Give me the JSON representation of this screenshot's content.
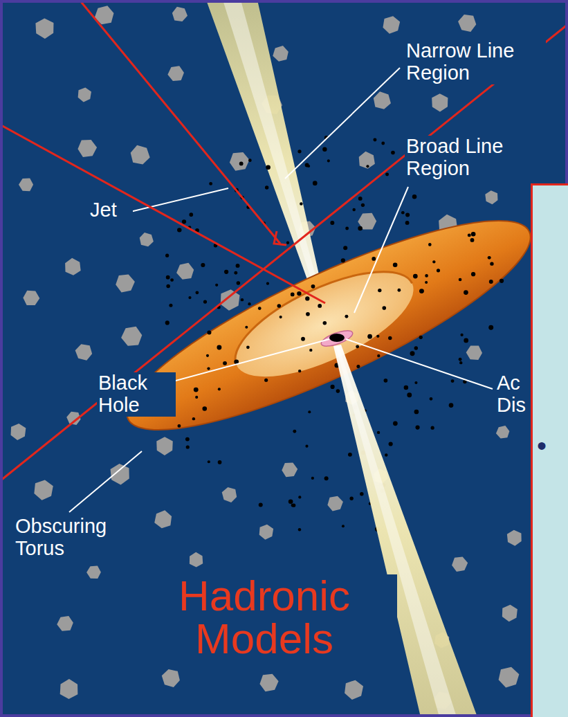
{
  "diagram": {
    "nodes": [
      {
        "text": [
          "•"
        ]
      }
    ],
    "labels": [
      "Narrow Line Region",
      "Broad Line Region",
      "Jet",
      "Black Hole",
      "Ac Dis",
      "Obscuring Torus",
      "Hadronic Models"
    ]
  }
}
